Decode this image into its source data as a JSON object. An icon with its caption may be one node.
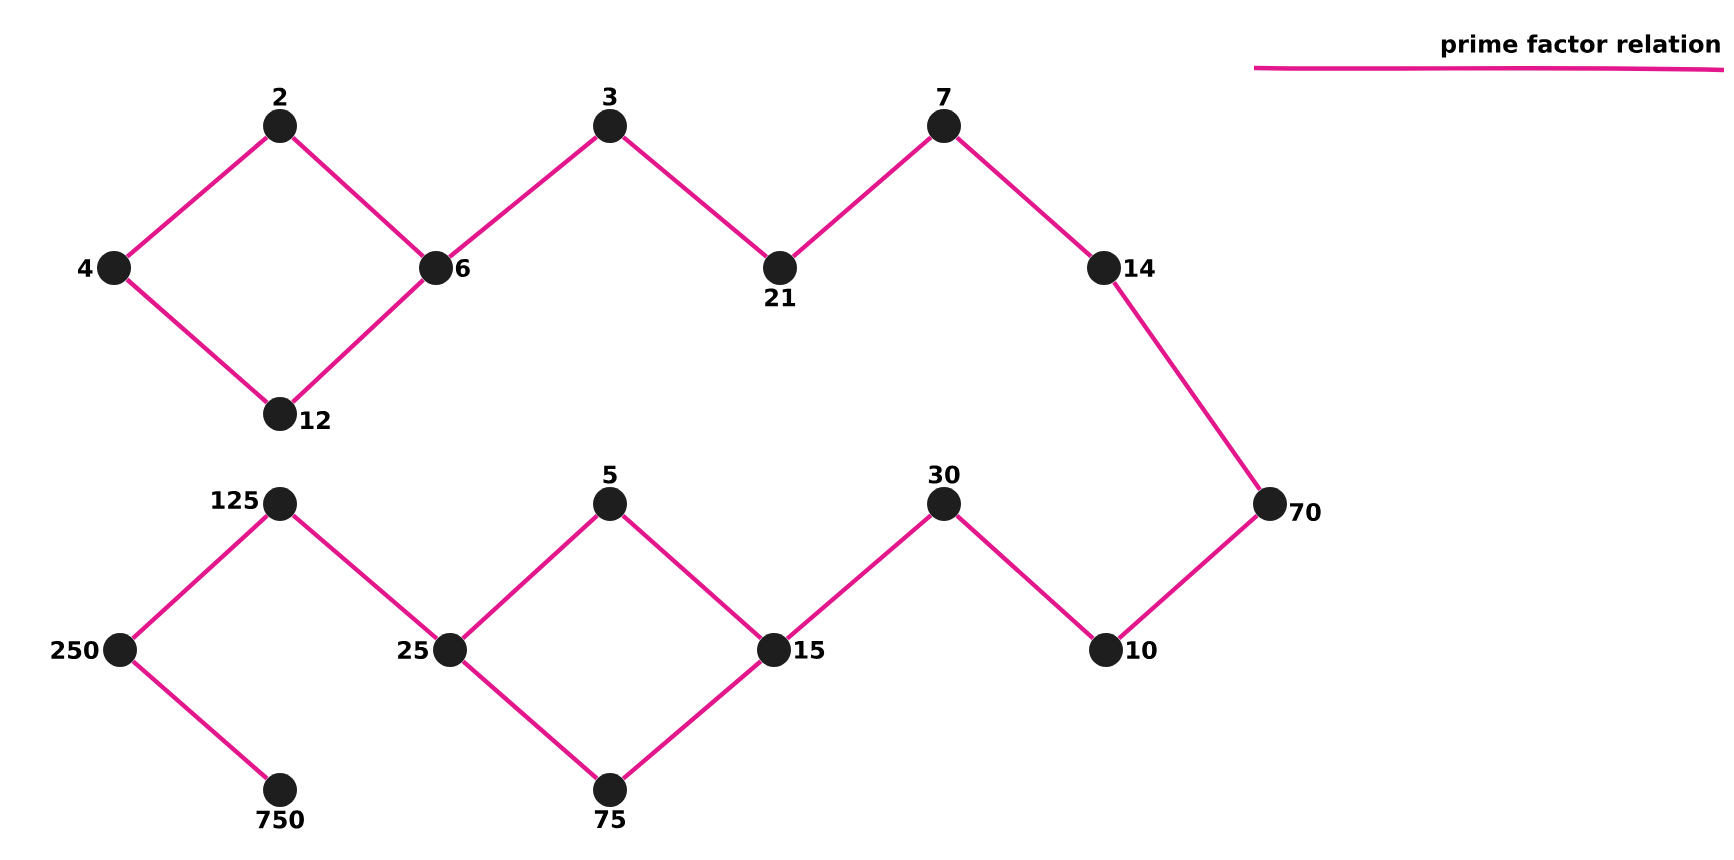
{
  "diagram": {
    "nodes": [
      {
        "text": [],
        "shape": "circle",
        "beside": [
          "2"
        ]
      },
      {
        "text": [],
        "shape": "circle",
        "beside": [
          "4"
        ]
      },
      {
        "text": [],
        "shape": "circle",
        "beside": [
          "6"
        ]
      },
      {
        "text": [],
        "shape": "circle",
        "beside": [
          "12"
        ]
      },
      {
        "text": [],
        "shape": "circle",
        "beside": [
          "3"
        ]
      },
      {
        "text": [],
        "shape": "circle",
        "beside": [
          "21"
        ]
      },
      {
        "text": [],
        "shape": "circle",
        "beside": [
          "7"
        ]
      },
      {
        "text": [],
        "shape": "circle",
        "beside": [
          "14"
        ]
      },
      {
        "text": [],
        "shape": "circle",
        "beside": [
          "70"
        ]
      },
      {
        "text": [],
        "shape": "circle",
        "beside": [
          "10"
        ]
      },
      {
        "text": [],
        "shape": "circle",
        "beside": [
          "30"
        ]
      },
      {
        "text": [],
        "shape": "circle",
        "beside": [
          "15"
        ]
      },
      {
        "text": [],
        "shape": "circle",
        "beside": [
          "5"
        ]
      },
      {
        "text": [],
        "shape": "circle",
        "beside": [
          "25"
        ]
      },
      {
        "text": [],
        "shape": "circle",
        "beside": [
          "75"
        ]
      },
      {
        "text": [],
        "shape": "circle",
        "beside": [
          "125"
        ]
      },
      {
        "text": [],
        "shape": "circle",
        "beside": [
          "250"
        ]
      },
      {
        "text": [],
        "shape": "circle",
        "beside": [
          "750"
        ]
      }
    ],
    "edges": [
      {
        "from": 0,
        "to": 1,
        "arrow": "none"
      },
      {
        "from": 0,
        "to": 2,
        "arrow": "none"
      },
      {
        "from": 1,
        "to": 3,
        "arrow": "none"
      },
      {
        "from": 3,
        "to": 2,
        "arrow": "none"
      },
      {
        "from": 2,
        "to": 4,
        "arrow": "none"
      },
      {
        "from": 4,
        "to": 5,
        "arrow": "none"
      },
      {
        "from": 5,
        "to": 6,
        "arrow": "none"
      },
      {
        "from": 6,
        "to": 7,
        "arrow": "none"
      },
      {
        "from": 7,
        "to": 8,
        "arrow": "none"
      },
      {
        "from": 8,
        "to": 9,
        "arrow": "none"
      },
      {
        "from": 9,
        "to": 10,
        "arrow": "none"
      },
      {
        "from": 10,
        "to": 11,
        "arrow": "none"
      },
      {
        "from": 11,
        "to": 12,
        "arrow": "none"
      },
      {
        "from": 12,
        "to": 13,
        "arrow": "none"
      },
      {
        "from": 13,
        "to": 14,
        "arrow": "none"
      },
      {
        "from": 14,
        "to": 11,
        "arrow": "none"
      },
      {
        "from": 13,
        "to": 15,
        "arrow": "none"
      },
      {
        "from": 15,
        "to": 16,
        "arrow": "none"
      },
      {
        "from": 16,
        "to": 17,
        "arrow": "none"
      }
    ],
    "legend": [
      {
        "text": "prime factor relation"
      }
    ]
  }
}
